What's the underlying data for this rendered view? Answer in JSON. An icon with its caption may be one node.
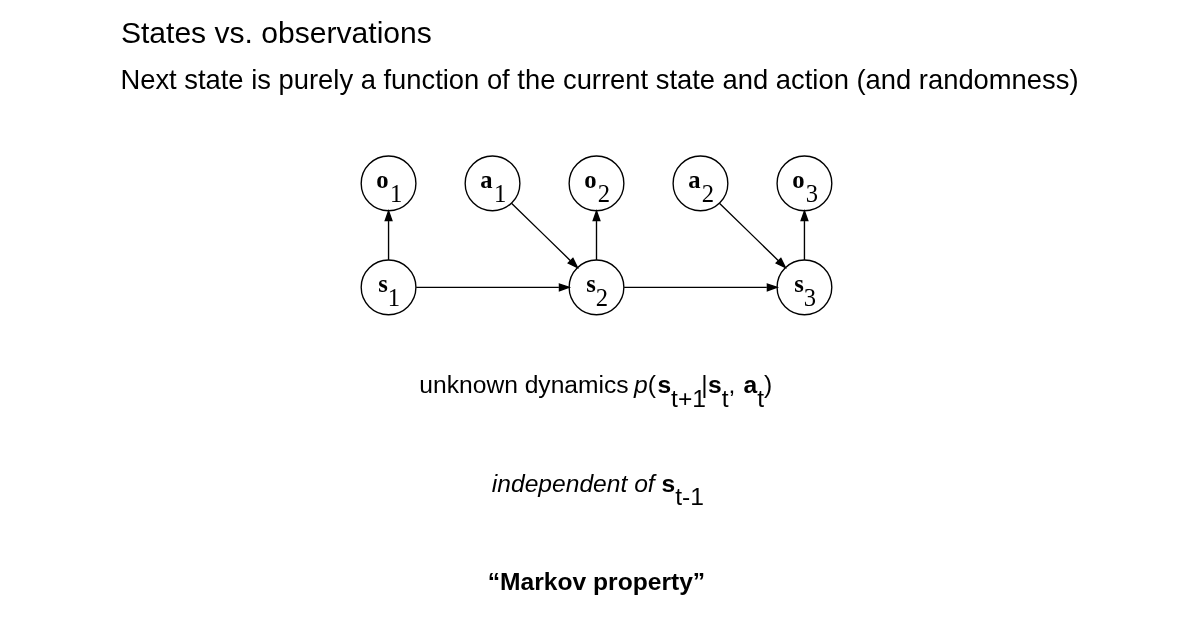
{
  "diagram": {
    "title": "States vs. observations",
    "nodes": [
      {
        "text": [
          "**o**$_{1}$"
        ]
      },
      {
        "text": [
          "**a**$_{1}$"
        ]
      },
      {
        "text": [
          "**o**$_{2}$"
        ]
      },
      {
        "text": [
          "**a**$_{2}$"
        ]
      },
      {
        "text": [
          "**o**$_{3}$"
        ]
      },
      {
        "text": [
          "**s**$_{1}$"
        ]
      },
      {
        "text": [
          "**s**$_{2}$"
        ]
      },
      {
        "text": [
          "**s**$_{3}$"
        ]
      }
    ],
    "edges": [
      {
        "from": 5,
        "to": 0,
        "arrow": "to"
      },
      {
        "from": 1,
        "to": 6,
        "arrow": "to"
      },
      {
        "from": 6,
        "to": 2,
        "arrow": "to"
      },
      {
        "from": 3,
        "to": 7,
        "arrow": "to"
      },
      {
        "from": 7,
        "to": 4,
        "arrow": "to"
      },
      {
        "from": 5,
        "to": 6,
        "arrow": "to"
      },
      {
        "from": 6,
        "to": 7,
        "arrow": "to"
      }
    ],
    "labels": [
      "Next state is purely a function of the current state and action (and randomness)",
      "unknown dynamics *p*(**s**$_{t+1}$|**s**$_{t}$, **a**$_{t}$)",
      "*independent of* **s**$_{t-1}$",
      "“Markov property”"
    ]
  }
}
